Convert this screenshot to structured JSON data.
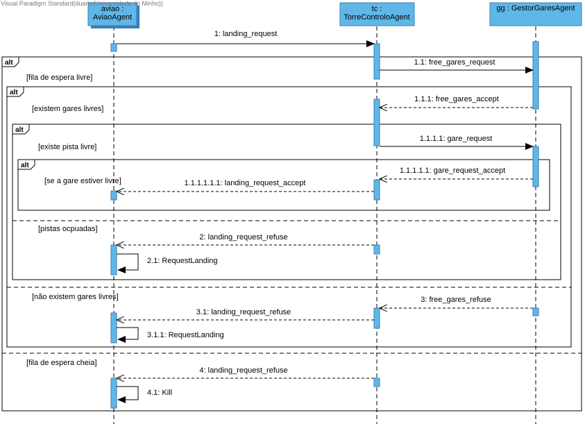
{
  "watermark": "Visual Paradigm Standard(duarte(Universidade do Minho))",
  "colors": {
    "lifeline_fill": "#5fb7e8",
    "lifeline_stroke": "#3a7fb5",
    "frame_stroke": "#000000"
  },
  "lifelines": [
    {
      "id": "aviao",
      "line1": "aviao :",
      "line2": "AviaoAgent"
    },
    {
      "id": "tc",
      "line1": "tc :",
      "line2": "TorreControloAgent"
    },
    {
      "id": "gg",
      "line1": "gg : GestorGaresAgent",
      "line2": ""
    }
  ],
  "frames": [
    {
      "id": "outer",
      "operator": "alt"
    },
    {
      "id": "level2",
      "operator": "alt"
    },
    {
      "id": "level3",
      "operator": "alt"
    },
    {
      "id": "level4",
      "operator": "alt"
    }
  ],
  "guards": [
    "[fila de espera livre]",
    "[existem gares livres]",
    "[existe pista livre]",
    "[se a gare estiver livre]",
    "[pistas ocpuadas]",
    "[não existem gares livres]",
    "[fila de espera cheia]"
  ],
  "messages": [
    {
      "label": "1: landing_request",
      "from": "aviao",
      "to": "tc",
      "kind": "sync"
    },
    {
      "label": "1.1: free_gares_request",
      "from": "tc",
      "to": "gg",
      "kind": "sync"
    },
    {
      "label": "1.1.1: free_gares_accept",
      "from": "gg",
      "to": "tc",
      "kind": "reply"
    },
    {
      "label": "1.1.1.1: gare_request",
      "from": "tc",
      "to": "gg",
      "kind": "sync"
    },
    {
      "label": "1.1.1.1.1: gare_request_accept",
      "from": "gg",
      "to": "tc",
      "kind": "reply"
    },
    {
      "label": "1.1.1.1.1.1: landing_request_accept",
      "from": "tc",
      "to": "aviao",
      "kind": "reply"
    },
    {
      "label": "2: landing_request_refuse",
      "from": "tc",
      "to": "aviao",
      "kind": "reply"
    },
    {
      "label": "2.1: RequestLanding",
      "from": "aviao",
      "to": "aviao",
      "kind": "self"
    },
    {
      "label": "3: free_gares_refuse",
      "from": "gg",
      "to": "tc",
      "kind": "reply"
    },
    {
      "label": "3.1: landing_request_refuse",
      "from": "tc",
      "to": "aviao",
      "kind": "reply"
    },
    {
      "label": "3.1.1: RequestLanding",
      "from": "aviao",
      "to": "aviao",
      "kind": "self"
    },
    {
      "label": "4: landing_request_refuse",
      "from": "tc",
      "to": "aviao",
      "kind": "reply"
    },
    {
      "label": "4.1: Kill",
      "from": "aviao",
      "to": "aviao",
      "kind": "self"
    }
  ]
}
